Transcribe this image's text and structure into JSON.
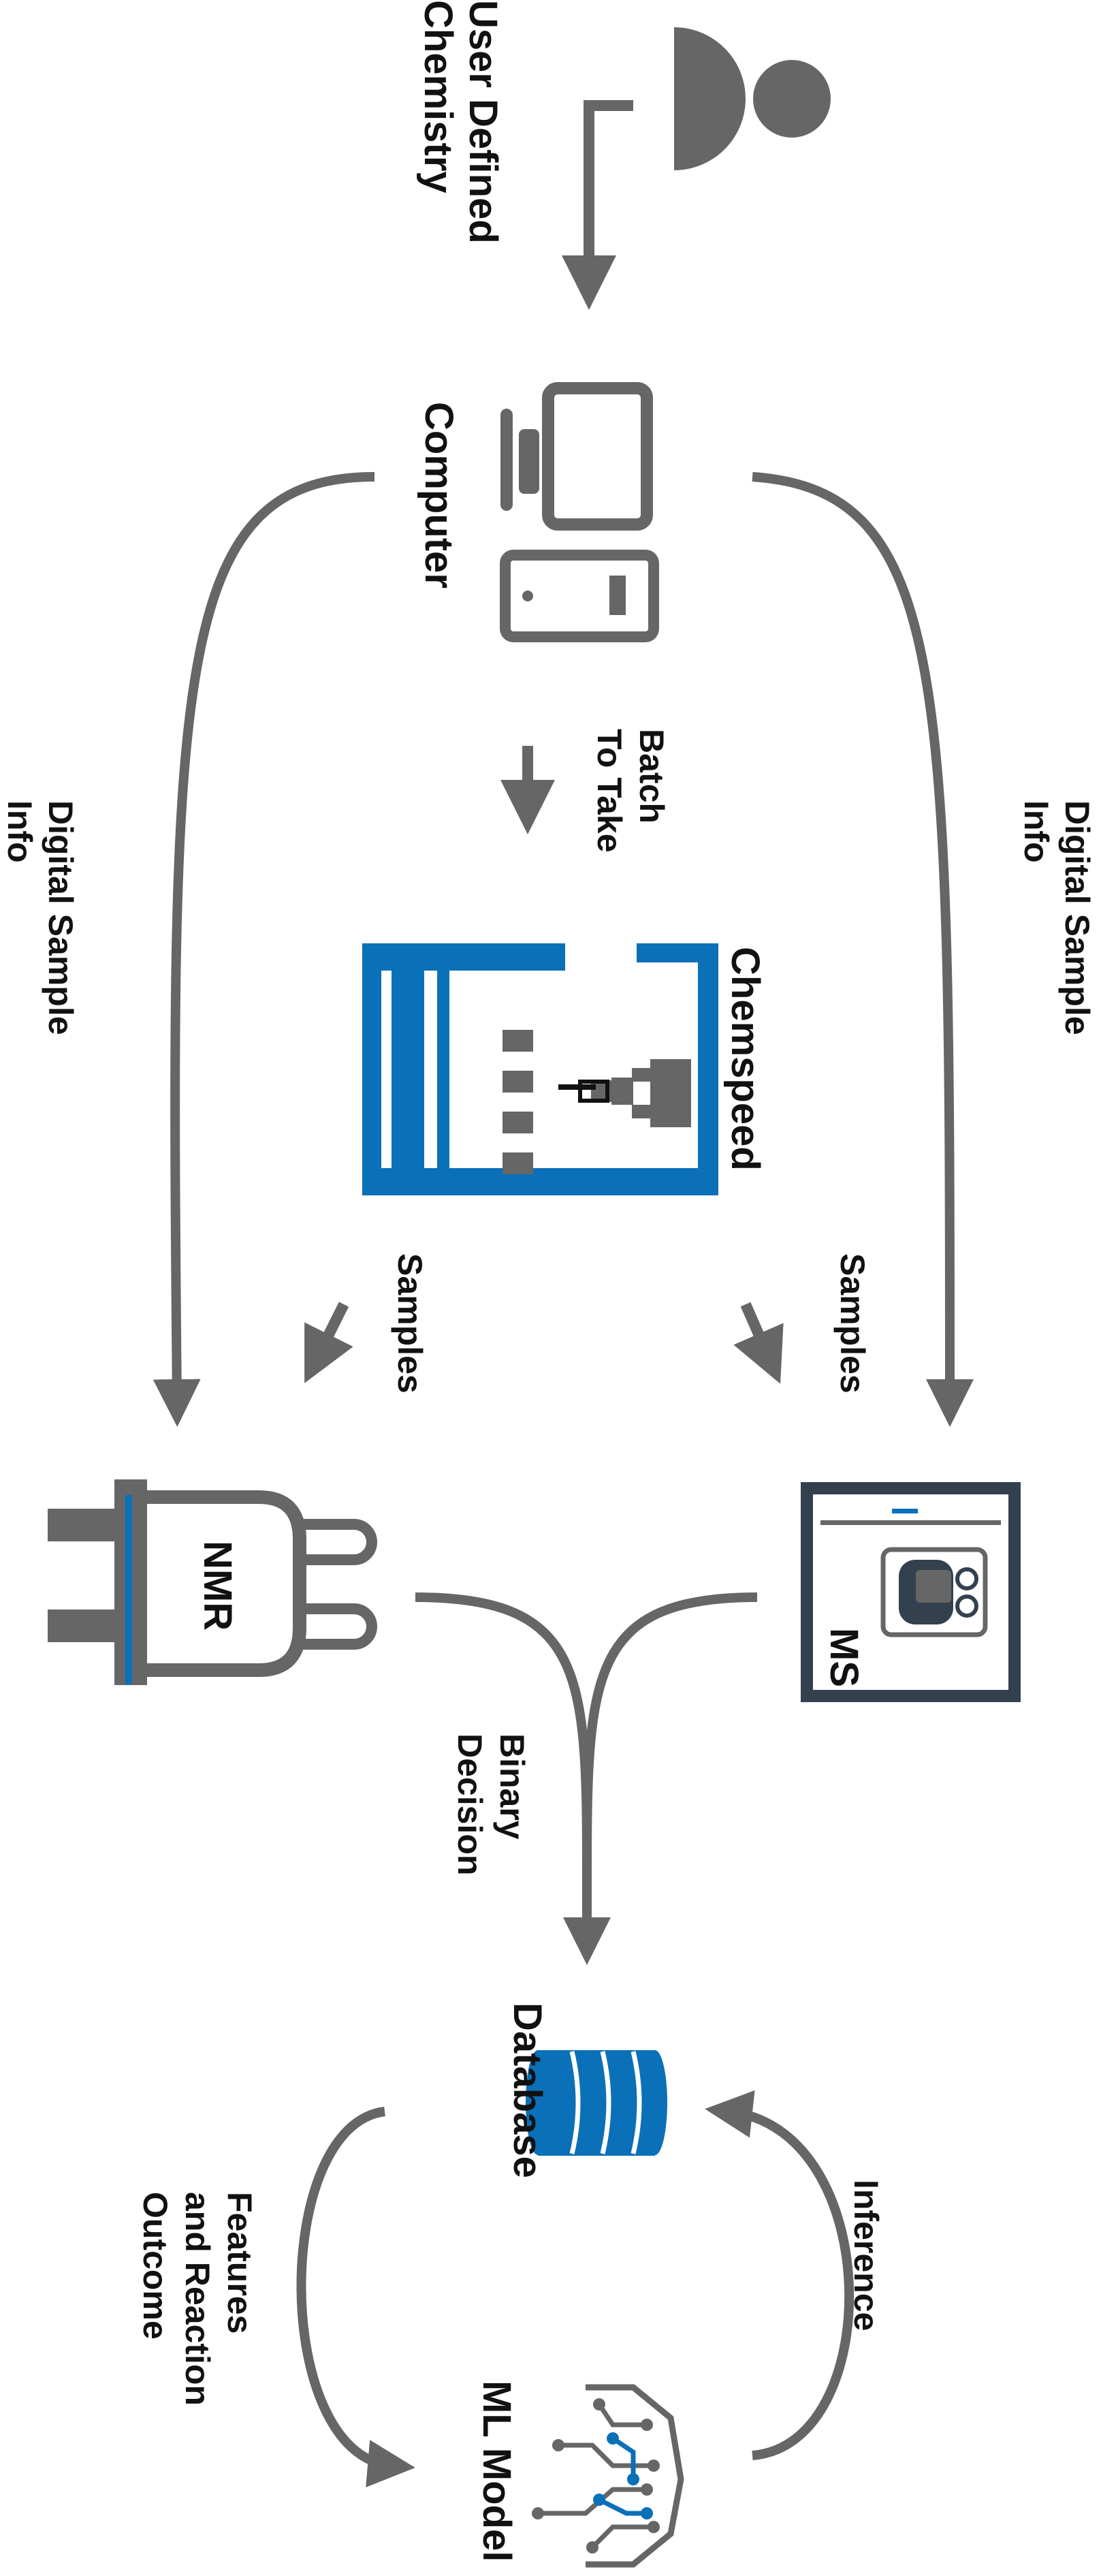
{
  "colors": {
    "gray": "#666666",
    "blue": "#0a70b8",
    "navy": "#33414f",
    "text": "#111111",
    "background": "#ffffff"
  },
  "nodes": {
    "user": {
      "icon": "user-icon",
      "label": [
        "User Defined",
        "Chemistry"
      ]
    },
    "computer": {
      "icon": "computer-icon",
      "label": [
        "Computer"
      ]
    },
    "chemspeed": {
      "icon": "chemspeed-robot-icon",
      "label": [
        "Chemspeed"
      ]
    },
    "nmr": {
      "icon": "nmr-magnet-icon",
      "label": [
        "NMR"
      ]
    },
    "ms": {
      "icon": "mass-spectrometer-icon",
      "label": [
        "MS"
      ]
    },
    "database": {
      "icon": "database-icon",
      "label": [
        "Database"
      ]
    },
    "ml_model": {
      "icon": "neural-circuit-icon",
      "label": [
        "ML Model"
      ]
    }
  },
  "edges": {
    "batch": {
      "label": [
        "Batch",
        "To Take"
      ]
    },
    "digital_left": {
      "label": [
        "Digital Sample",
        "Info"
      ]
    },
    "digital_right": {
      "label": [
        "Digital Sample",
        "Info"
      ]
    },
    "samples_left": {
      "label": [
        "Samples"
      ]
    },
    "samples_right": {
      "label": [
        "Samples"
      ]
    },
    "binary": {
      "label": [
        "Binary",
        "Decision"
      ]
    },
    "features": {
      "label": [
        "Features",
        "and Reaction",
        "Outcome"
      ]
    },
    "inference": {
      "label": [
        "Inference"
      ]
    }
  }
}
